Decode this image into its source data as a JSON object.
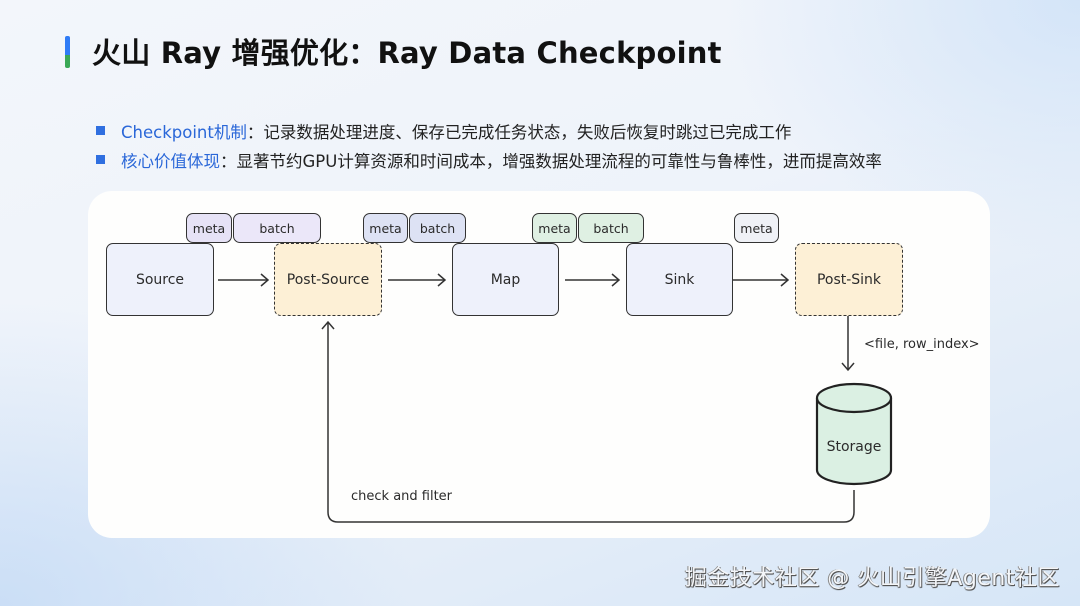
{
  "slide": {
    "title": "火山 Ray 增强优化：Ray Data Checkpoint",
    "accent_colors": {
      "bar_top": "#2f7cf6",
      "bar_bottom": "#3aa856",
      "bullet": "#2f6fe0"
    },
    "bullets": [
      {
        "key": "Checkpoint机制",
        "text": "：记录数据处理进度、保存已完成任务状态，失败后恢复时跳过已完成工作"
      },
      {
        "key": "核心价值体现",
        "text": "：显著节约GPU计算资源和时间成本，增强数据处理流程的可靠性与鲁棒性，进而提高效率"
      }
    ]
  },
  "diagram": {
    "nodes": [
      {
        "id": "source",
        "label": "Source",
        "style": "solid"
      },
      {
        "id": "post-source",
        "label": "Post-Source",
        "style": "dashed"
      },
      {
        "id": "map",
        "label": "Map",
        "style": "solid"
      },
      {
        "id": "sink",
        "label": "Sink",
        "style": "solid"
      },
      {
        "id": "post-sink",
        "label": "Post-Sink",
        "style": "dashed"
      },
      {
        "id": "storage",
        "label": "Storage",
        "shape": "cylinder"
      }
    ],
    "tags": [
      {
        "label": "meta",
        "over": "source→post-source"
      },
      {
        "label": "batch",
        "over": "source→post-source"
      },
      {
        "label": "meta",
        "over": "post-source→map"
      },
      {
        "label": "batch",
        "over": "post-source→map"
      },
      {
        "label": "meta",
        "over": "map→sink"
      },
      {
        "label": "batch",
        "over": "map→sink"
      },
      {
        "label": "meta",
        "over": "sink→post-sink"
      }
    ],
    "edges": [
      {
        "from": "source",
        "to": "post-source"
      },
      {
        "from": "post-source",
        "to": "map"
      },
      {
        "from": "map",
        "to": "sink"
      },
      {
        "from": "sink",
        "to": "post-sink"
      },
      {
        "from": "post-sink",
        "to": "storage",
        "label": "<file, row_index>"
      },
      {
        "from": "storage",
        "to": "post-source",
        "label": "check and filter"
      }
    ]
  },
  "watermark": "掘金技术社区 @ 火山引擎Agent社区"
}
